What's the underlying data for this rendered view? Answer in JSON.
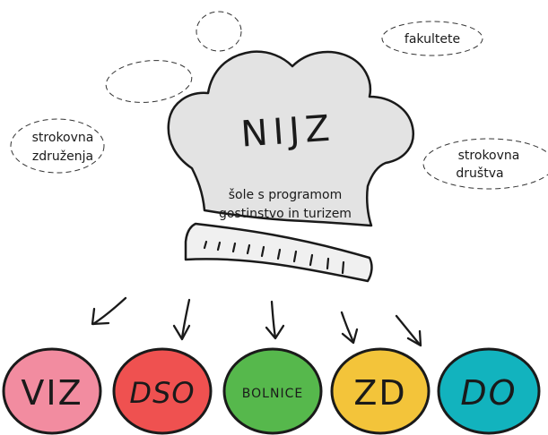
{
  "hat": {
    "title": "NIJZ",
    "subtitle_line1": "šole s programom",
    "subtitle_line2": "gostinstvo in turizem"
  },
  "bubbles": {
    "fakultete": "fakultete",
    "strokovna_zdruzenja_line1": "strokovna",
    "strokovna_zdruzenja_line2": "združenja",
    "strokovna_drustva_line1": "strokovna",
    "strokovna_drustva_line2": "društva"
  },
  "circles": [
    {
      "label": "VIZ",
      "color": "#f28ca0"
    },
    {
      "label": "DSO",
      "color": "#ef5150"
    },
    {
      "label": "BOLNICE",
      "color": "#56b84c"
    },
    {
      "label": "ZD",
      "color": "#f3c43a"
    },
    {
      "label": "DO",
      "color": "#12b3be"
    }
  ],
  "colors": {
    "hat_fill": "#e3e3e3",
    "outline": "#1a1a1a",
    "band_fill": "#f0f0f0"
  }
}
